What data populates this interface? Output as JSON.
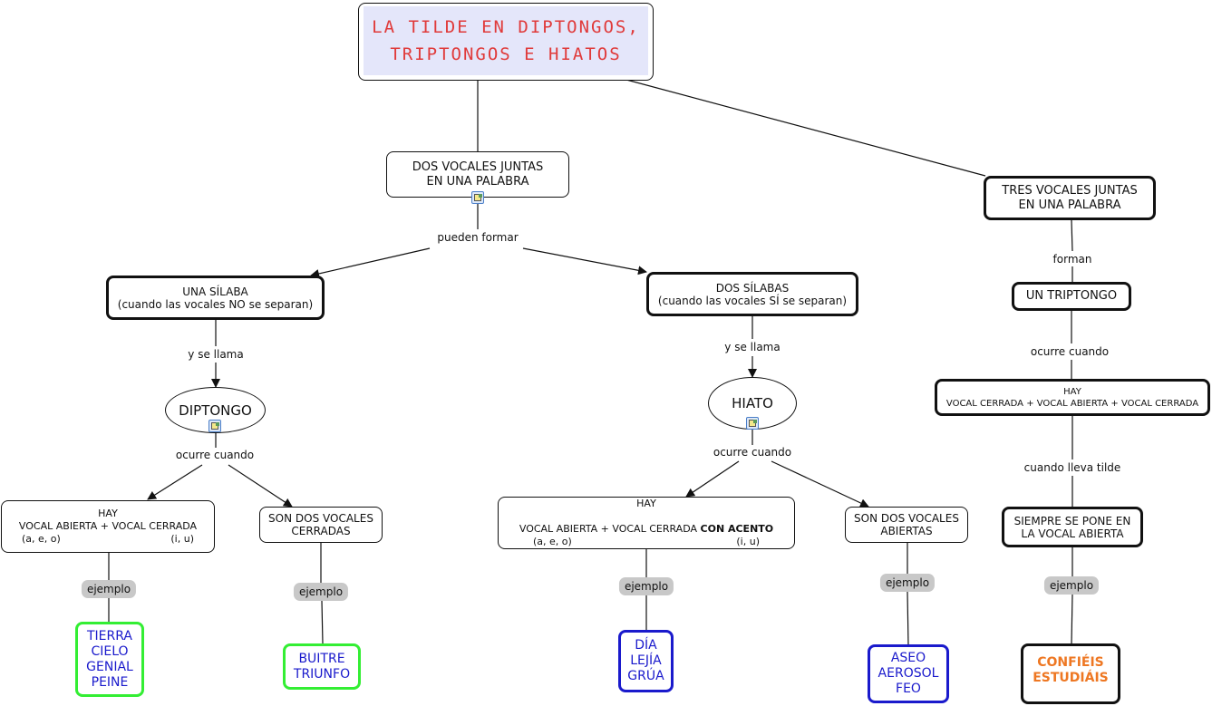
{
  "title": {
    "text": "LA TILDE EN DIPTONGOS,\nTRIPTONGOS E HIATOS",
    "color": "#e03a3a",
    "background": "#e4e6fa"
  },
  "concepts": {
    "dos_vocales": "DOS VOCALES JUNTAS\nEN UNA PALABRA",
    "tres_vocales": "TRES VOCALES JUNTAS\nEN UNA PALABRA",
    "una_silaba": "UNA SÍLABA\n(cuando las vocales NO se separan)",
    "dos_silabas": "DOS SÍLABAS\n(cuando las vocales SÍ se separan)",
    "diptongo": "DIPTONGO",
    "hiato": "HIATO",
    "un_triptongo": "UN TRIPTONGO",
    "triptongo_hay": "HAY\nVOCAL CERRADA + VOCAL ABIERTA + VOCAL CERRADA",
    "diptongo_hay": {
      "line1": "HAY",
      "line2": "VOCAL ABIERTA + VOCAL CERRADA",
      "abiertas": "(a, e, o)",
      "cerradas": "(i, u)"
    },
    "hiato_hay": {
      "line1": "HAY",
      "line2": "VOCAL ABIERTA + VOCAL CERRADA ",
      "line2_bold": "CON ACENTO",
      "abiertas": "(a, e, o)",
      "cerradas": "(i, u)"
    },
    "dos_cerradas": "SON DOS VOCALES\nCERRADAS",
    "dos_abiertas": "SON DOS VOCALES\nABIERTAS",
    "siempre": "SIEMPRE SE PONE EN\nLA VOCAL ABIERTA"
  },
  "examples": {
    "diptongo_abierta_cerrada": "TIERRA\nCIELO\nGENIAL\nPEINE",
    "diptongo_cerradas": "BUITRE\nTRIUNFO",
    "hiato_acento": "DÍA\nLEJÍA\nGRÚA",
    "hiato_abiertas": "ASEO\nAEROSOL\nFEO",
    "triptongo": "CONFIÉIS\nESTUDIÁIS"
  },
  "link_labels": {
    "pueden_formar": "pueden formar",
    "y_se_llama_1": "y se llama",
    "y_se_llama_2": "y se llama",
    "ocurre_cuando_1": "ocurre cuando",
    "ocurre_cuando_2": "ocurre cuando",
    "ocurre_cuando_3": "ocurre cuando",
    "forman": "forman",
    "cuando_lleva_tilde": "cuando lleva tilde",
    "ejemplo_1": "ejemplo",
    "ejemplo_2": "ejemplo",
    "ejemplo_3": "ejemplo",
    "ejemplo_4": "ejemplo",
    "ejemplo_5": "ejemplo"
  },
  "colors": {
    "example_green_border": "#33ee33",
    "example_blue_border": "#1a1acc",
    "example_text_blue": "#1a1acc",
    "example_text_orange": "#ee7722",
    "pill_gray": "#c8c8c8"
  }
}
